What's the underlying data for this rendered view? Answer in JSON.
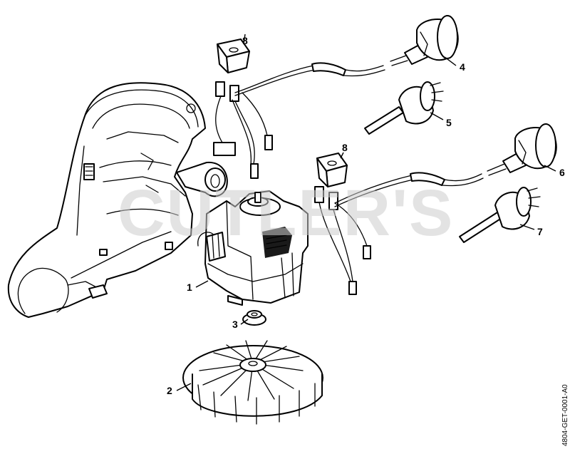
{
  "watermark": "CUTLER'S",
  "document_id": "4804-GET-0001-A0",
  "callouts": {
    "motor": "1",
    "fan": "2",
    "nut": "3",
    "cord_a": "4",
    "plug_a": "5",
    "cord_b": "6",
    "plug_b": "7",
    "switch_a": "8",
    "switch_b": "8"
  }
}
